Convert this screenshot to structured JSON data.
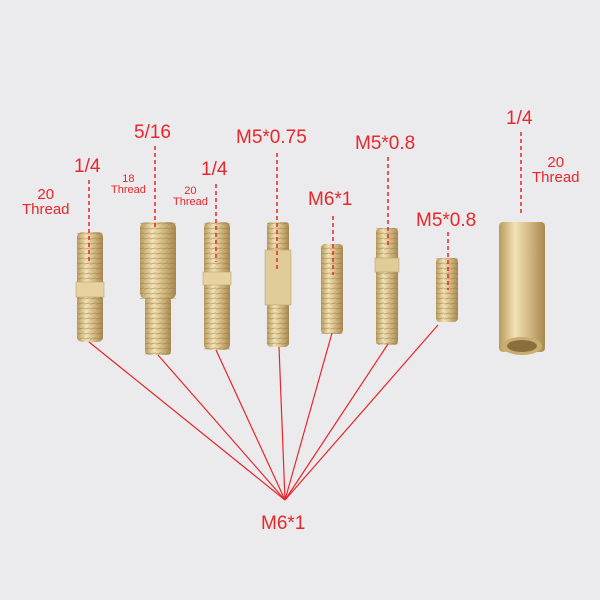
{
  "colors": {
    "background": "#ebebed",
    "annotation": "#e8262b",
    "brass": "#d9c08a",
    "brass_dark": "#b89a5c"
  },
  "parts": [
    {
      "top_label": "1/4",
      "thread_label": [
        "20",
        "Thread"
      ]
    },
    {
      "top_label": "5/16",
      "thread_label": [
        "18",
        "Thread"
      ]
    },
    {
      "top_label": "1/4",
      "thread_label": [
        "20",
        "Thread"
      ]
    },
    {
      "top_label": "M5*0.75"
    },
    {
      "top_label": "M6*1"
    },
    {
      "top_label": "M5*0.8"
    },
    {
      "top_label": "M5*0.8"
    },
    {
      "top_label": "1/4",
      "thread_label": [
        "20",
        "Thread"
      ]
    }
  ],
  "bottom_label": "M6*1"
}
